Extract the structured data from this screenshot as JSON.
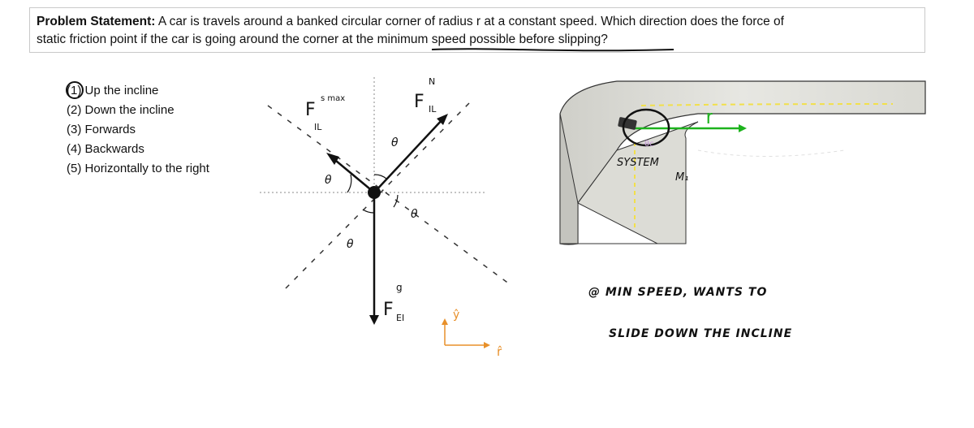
{
  "problem": {
    "label": "Problem Statement:",
    "line1": "A car is travels around a banked circular corner of radius r at a constant speed.  Which direction does the force of",
    "line2": "static friction point if the car is going around the corner at the minimum speed possible before slipping?"
  },
  "choices": [
    {
      "num": "(1)",
      "text": "Up the incline"
    },
    {
      "num": "(2)",
      "text": "Down the incline"
    },
    {
      "num": "(3)",
      "text": "Forwards"
    },
    {
      "num": "(4)",
      "text": "Backwards"
    },
    {
      "num": "(5)",
      "text": "Horizontally to the right"
    }
  ],
  "fbd": {
    "friction_label": "F",
    "friction_sub": "s max",
    "friction_sub2": "IL",
    "normal_label": "F",
    "normal_sup": "N",
    "normal_sub": "IL",
    "gravity_label": "F",
    "gravity_sup": "g",
    "gravity_sub": "EI",
    "theta": "θ",
    "yhat": "ŷ",
    "rhat": "r̂"
  },
  "ramp": {
    "radius_label": "r",
    "system_label": "SYSTEM",
    "system_mass": "M₁"
  },
  "notes": {
    "line1": "@ MIN SPEED, WANTS TO",
    "line2": "SLIDE DOWN THE INCLINE"
  },
  "colors": {
    "radius_arrow": "#1db31d",
    "dashed_circle": "#f2e04a",
    "vector": "#111111"
  }
}
